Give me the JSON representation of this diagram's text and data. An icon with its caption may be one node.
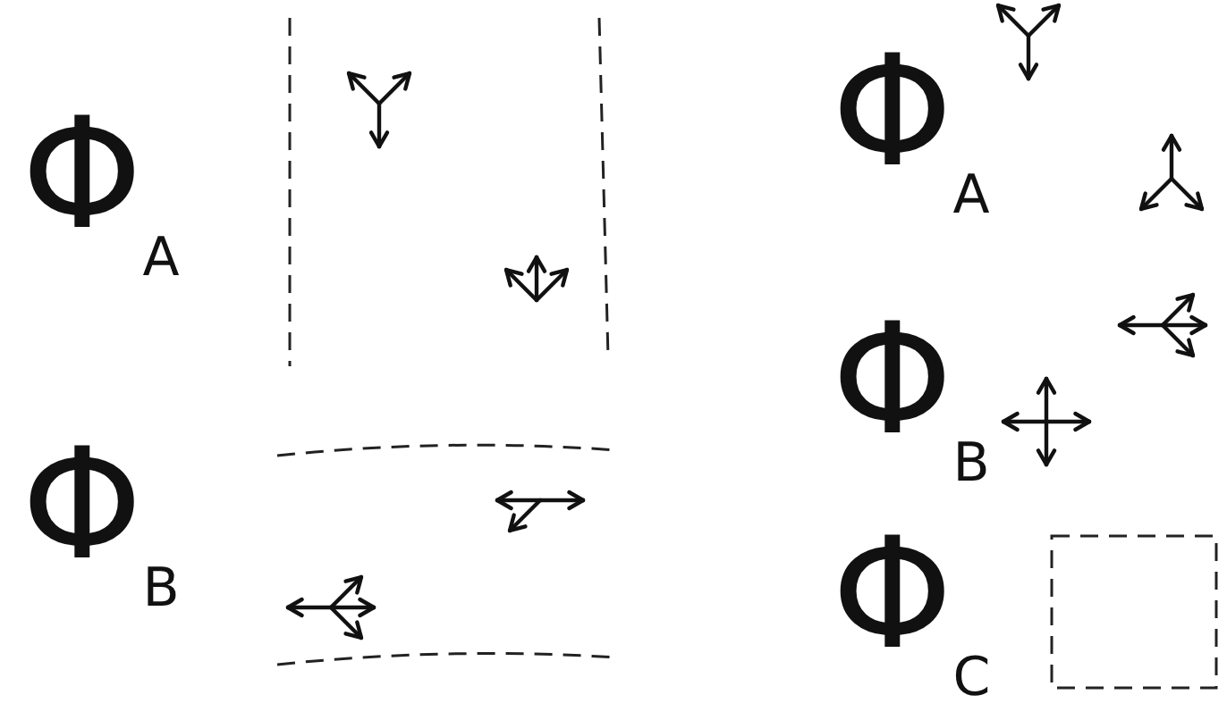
{
  "diagram": {
    "nodes": [
      {
        "text": [],
        "shape": "box"
      }
    ],
    "labels": [
      "Φ$_{A}$",
      "Φ$_{B}$",
      "Φ$_{A}$",
      "Φ$_{B}$",
      "Φ$_{C}$"
    ]
  }
}
